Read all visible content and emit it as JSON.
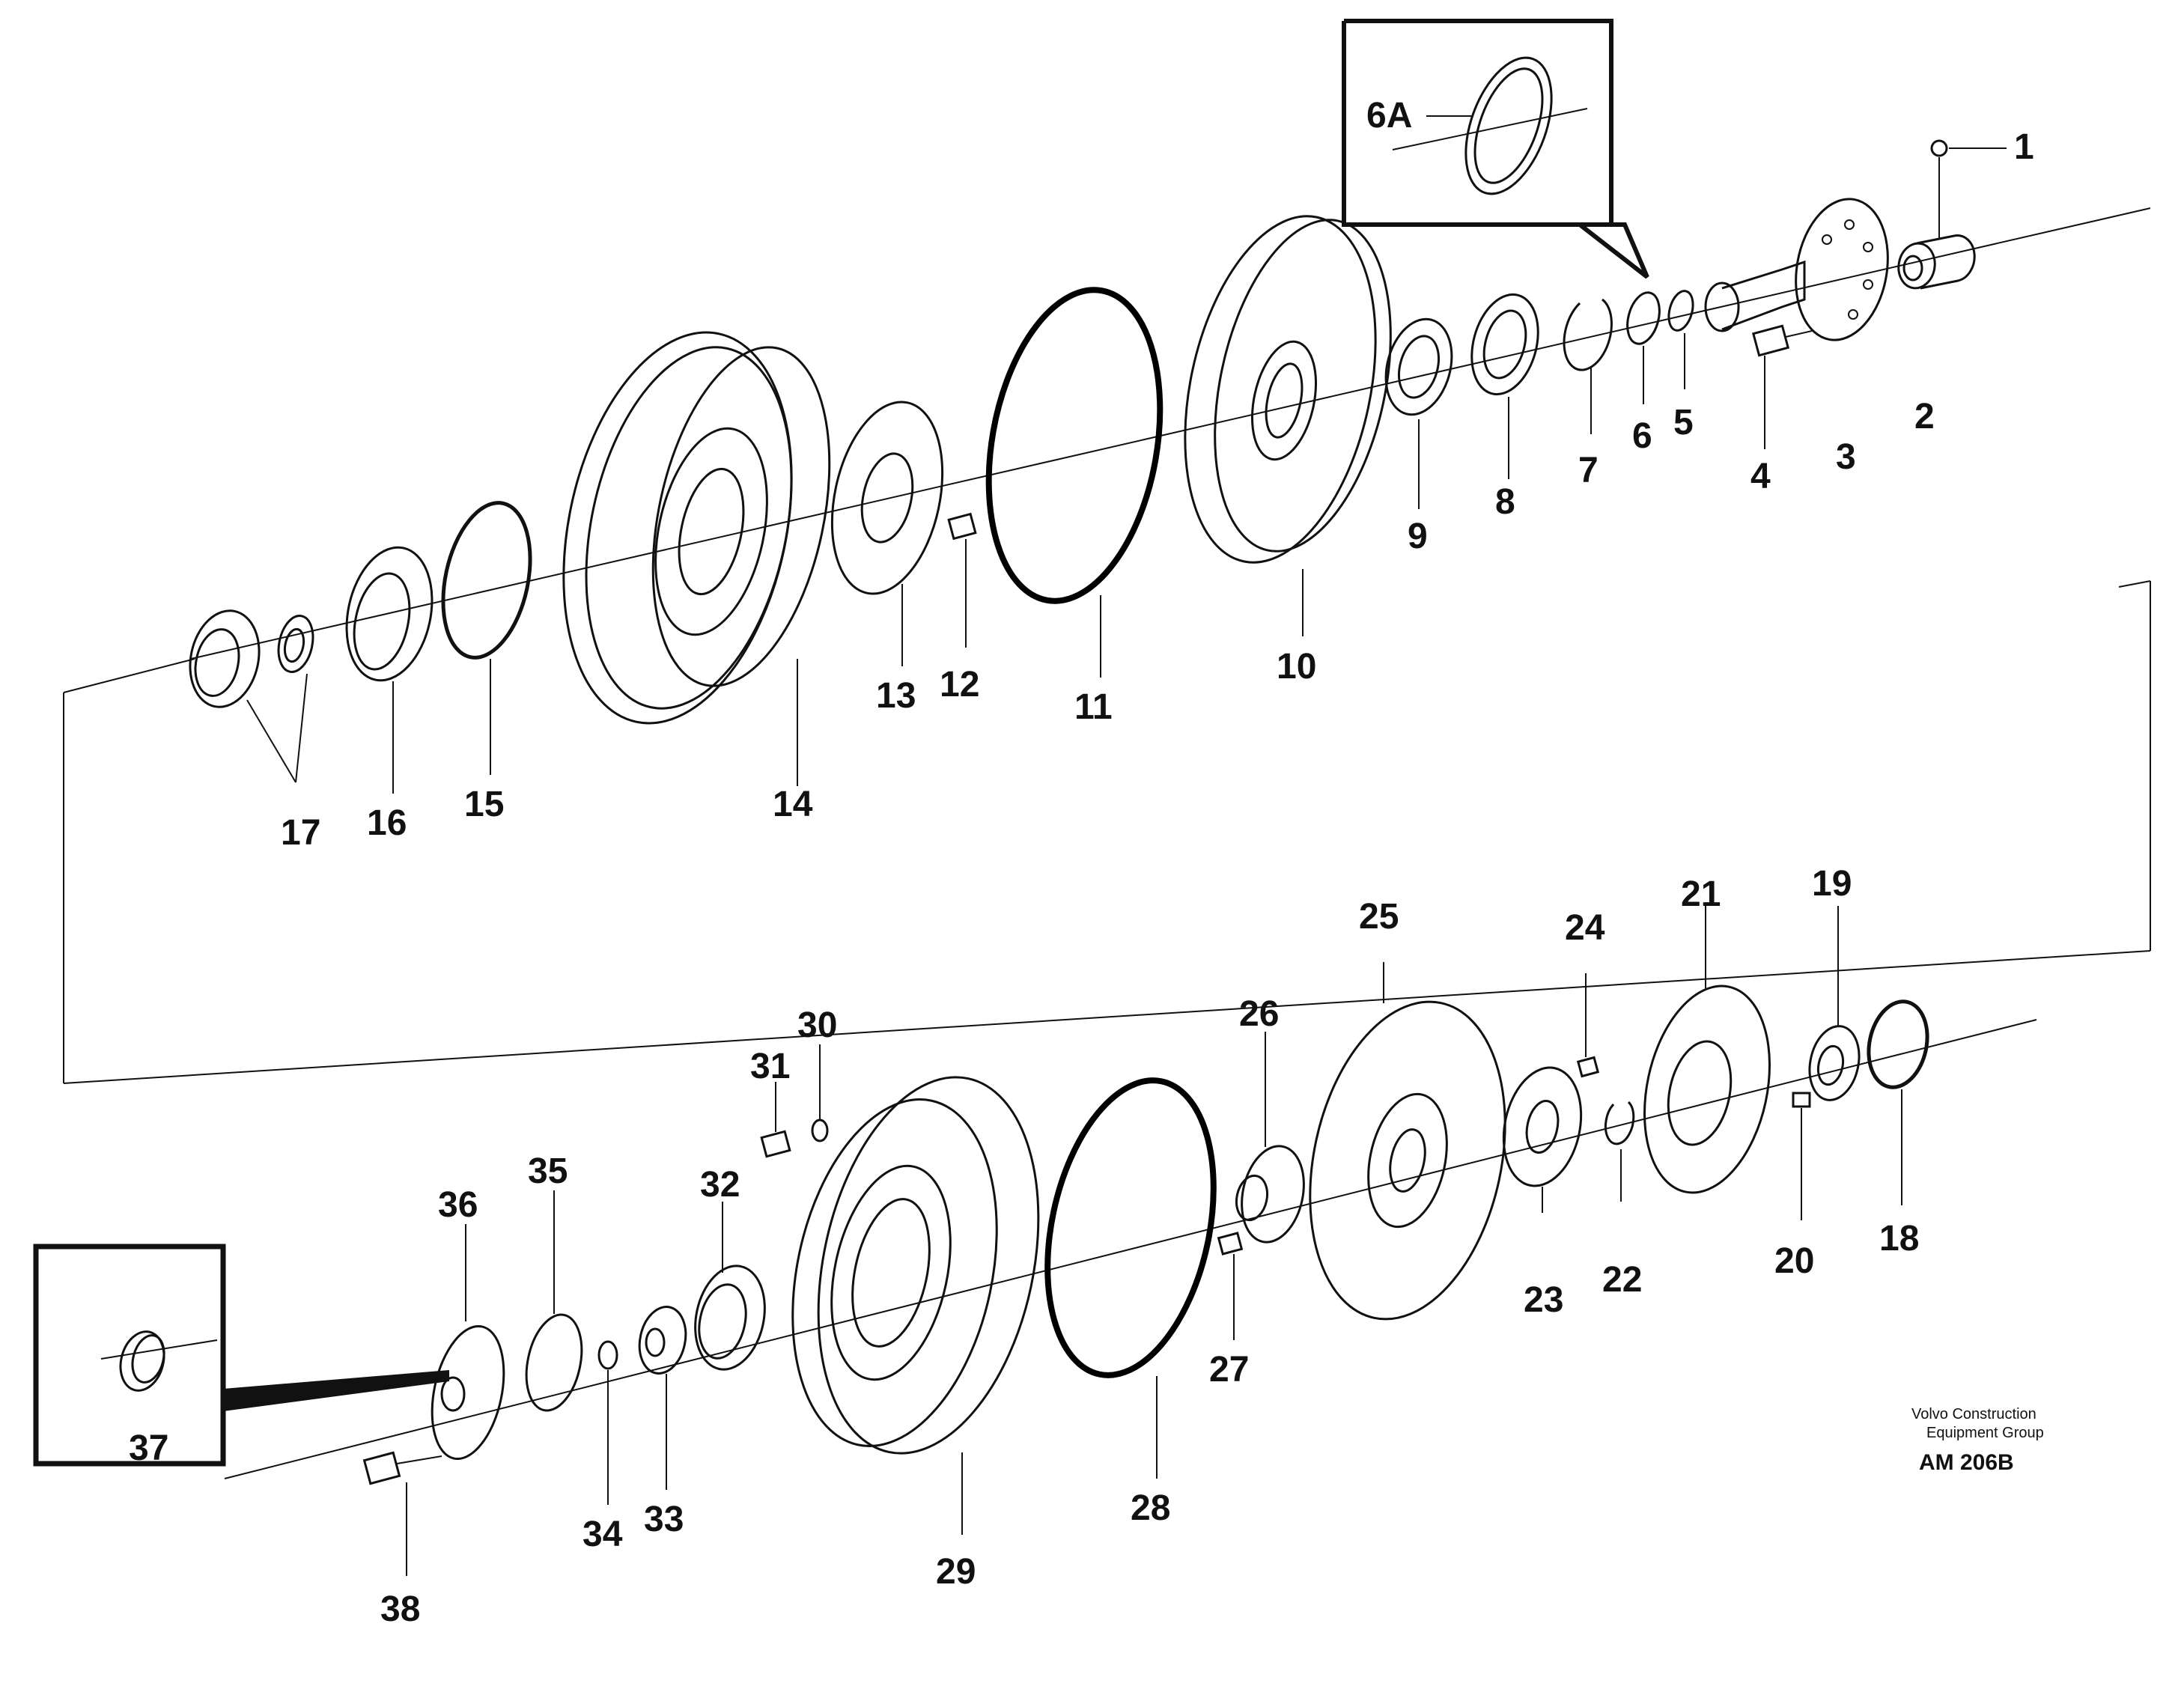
{
  "labels": {
    "p1": "1",
    "p2": "2",
    "p3": "3",
    "p4": "4",
    "p5": "5",
    "p6": "6",
    "p6a": "6A",
    "p7": "7",
    "p8": "8",
    "p9": "9",
    "p10": "10",
    "p11": "11",
    "p12": "12",
    "p13": "13",
    "p14": "14",
    "p15": "15",
    "p16": "16",
    "p17": "17",
    "p18": "18",
    "p19": "19",
    "p20": "20",
    "p21": "21",
    "p22": "22",
    "p23": "23",
    "p24": "24",
    "p25": "25",
    "p26": "26",
    "p27": "27",
    "p28": "28",
    "p29": "29",
    "p30": "30",
    "p31": "31",
    "p32": "32",
    "p33": "33",
    "p34": "34",
    "p35": "35",
    "p36": "36",
    "p37": "37",
    "p38": "38"
  },
  "credit": {
    "line1": "Volvo Construction",
    "line2": "Equipment Group",
    "code": "AM 206B"
  }
}
